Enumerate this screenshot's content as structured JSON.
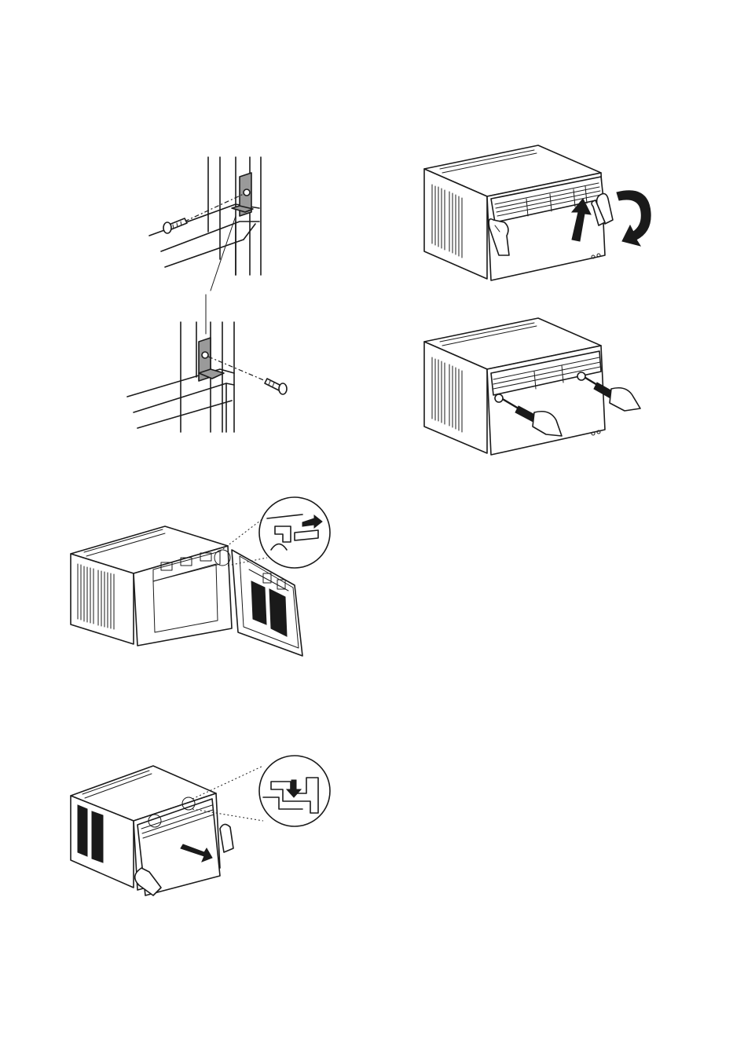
{
  "page": {
    "background": "#ffffff",
    "ink": "#1a1a1a",
    "bracket_shade": "#9a9a9a"
  },
  "figures": [
    {
      "name": "bracket-installation-figure",
      "icons": [
        "window-frame-icon",
        "l-bracket-icon",
        "screw-icon"
      ]
    },
    {
      "name": "front-grille-removal-figure",
      "icons": [
        "air-conditioner-icon",
        "hands-icon",
        "lift-arrow-icon",
        "rotate-arrow-icon"
      ]
    },
    {
      "name": "screw-removal-figure",
      "icons": [
        "air-conditioner-icon",
        "screwdriver-icon",
        "hands-icon"
      ]
    },
    {
      "name": "front-panel-open-figure",
      "icons": [
        "air-conditioner-icon",
        "open-panel-icon",
        "hook-detail-icon",
        "push-arrow-icon"
      ]
    },
    {
      "name": "front-panel-attach-figure",
      "icons": [
        "air-conditioner-icon",
        "hands-icon",
        "push-arrow-icon",
        "tab-detail-icon"
      ]
    }
  ]
}
